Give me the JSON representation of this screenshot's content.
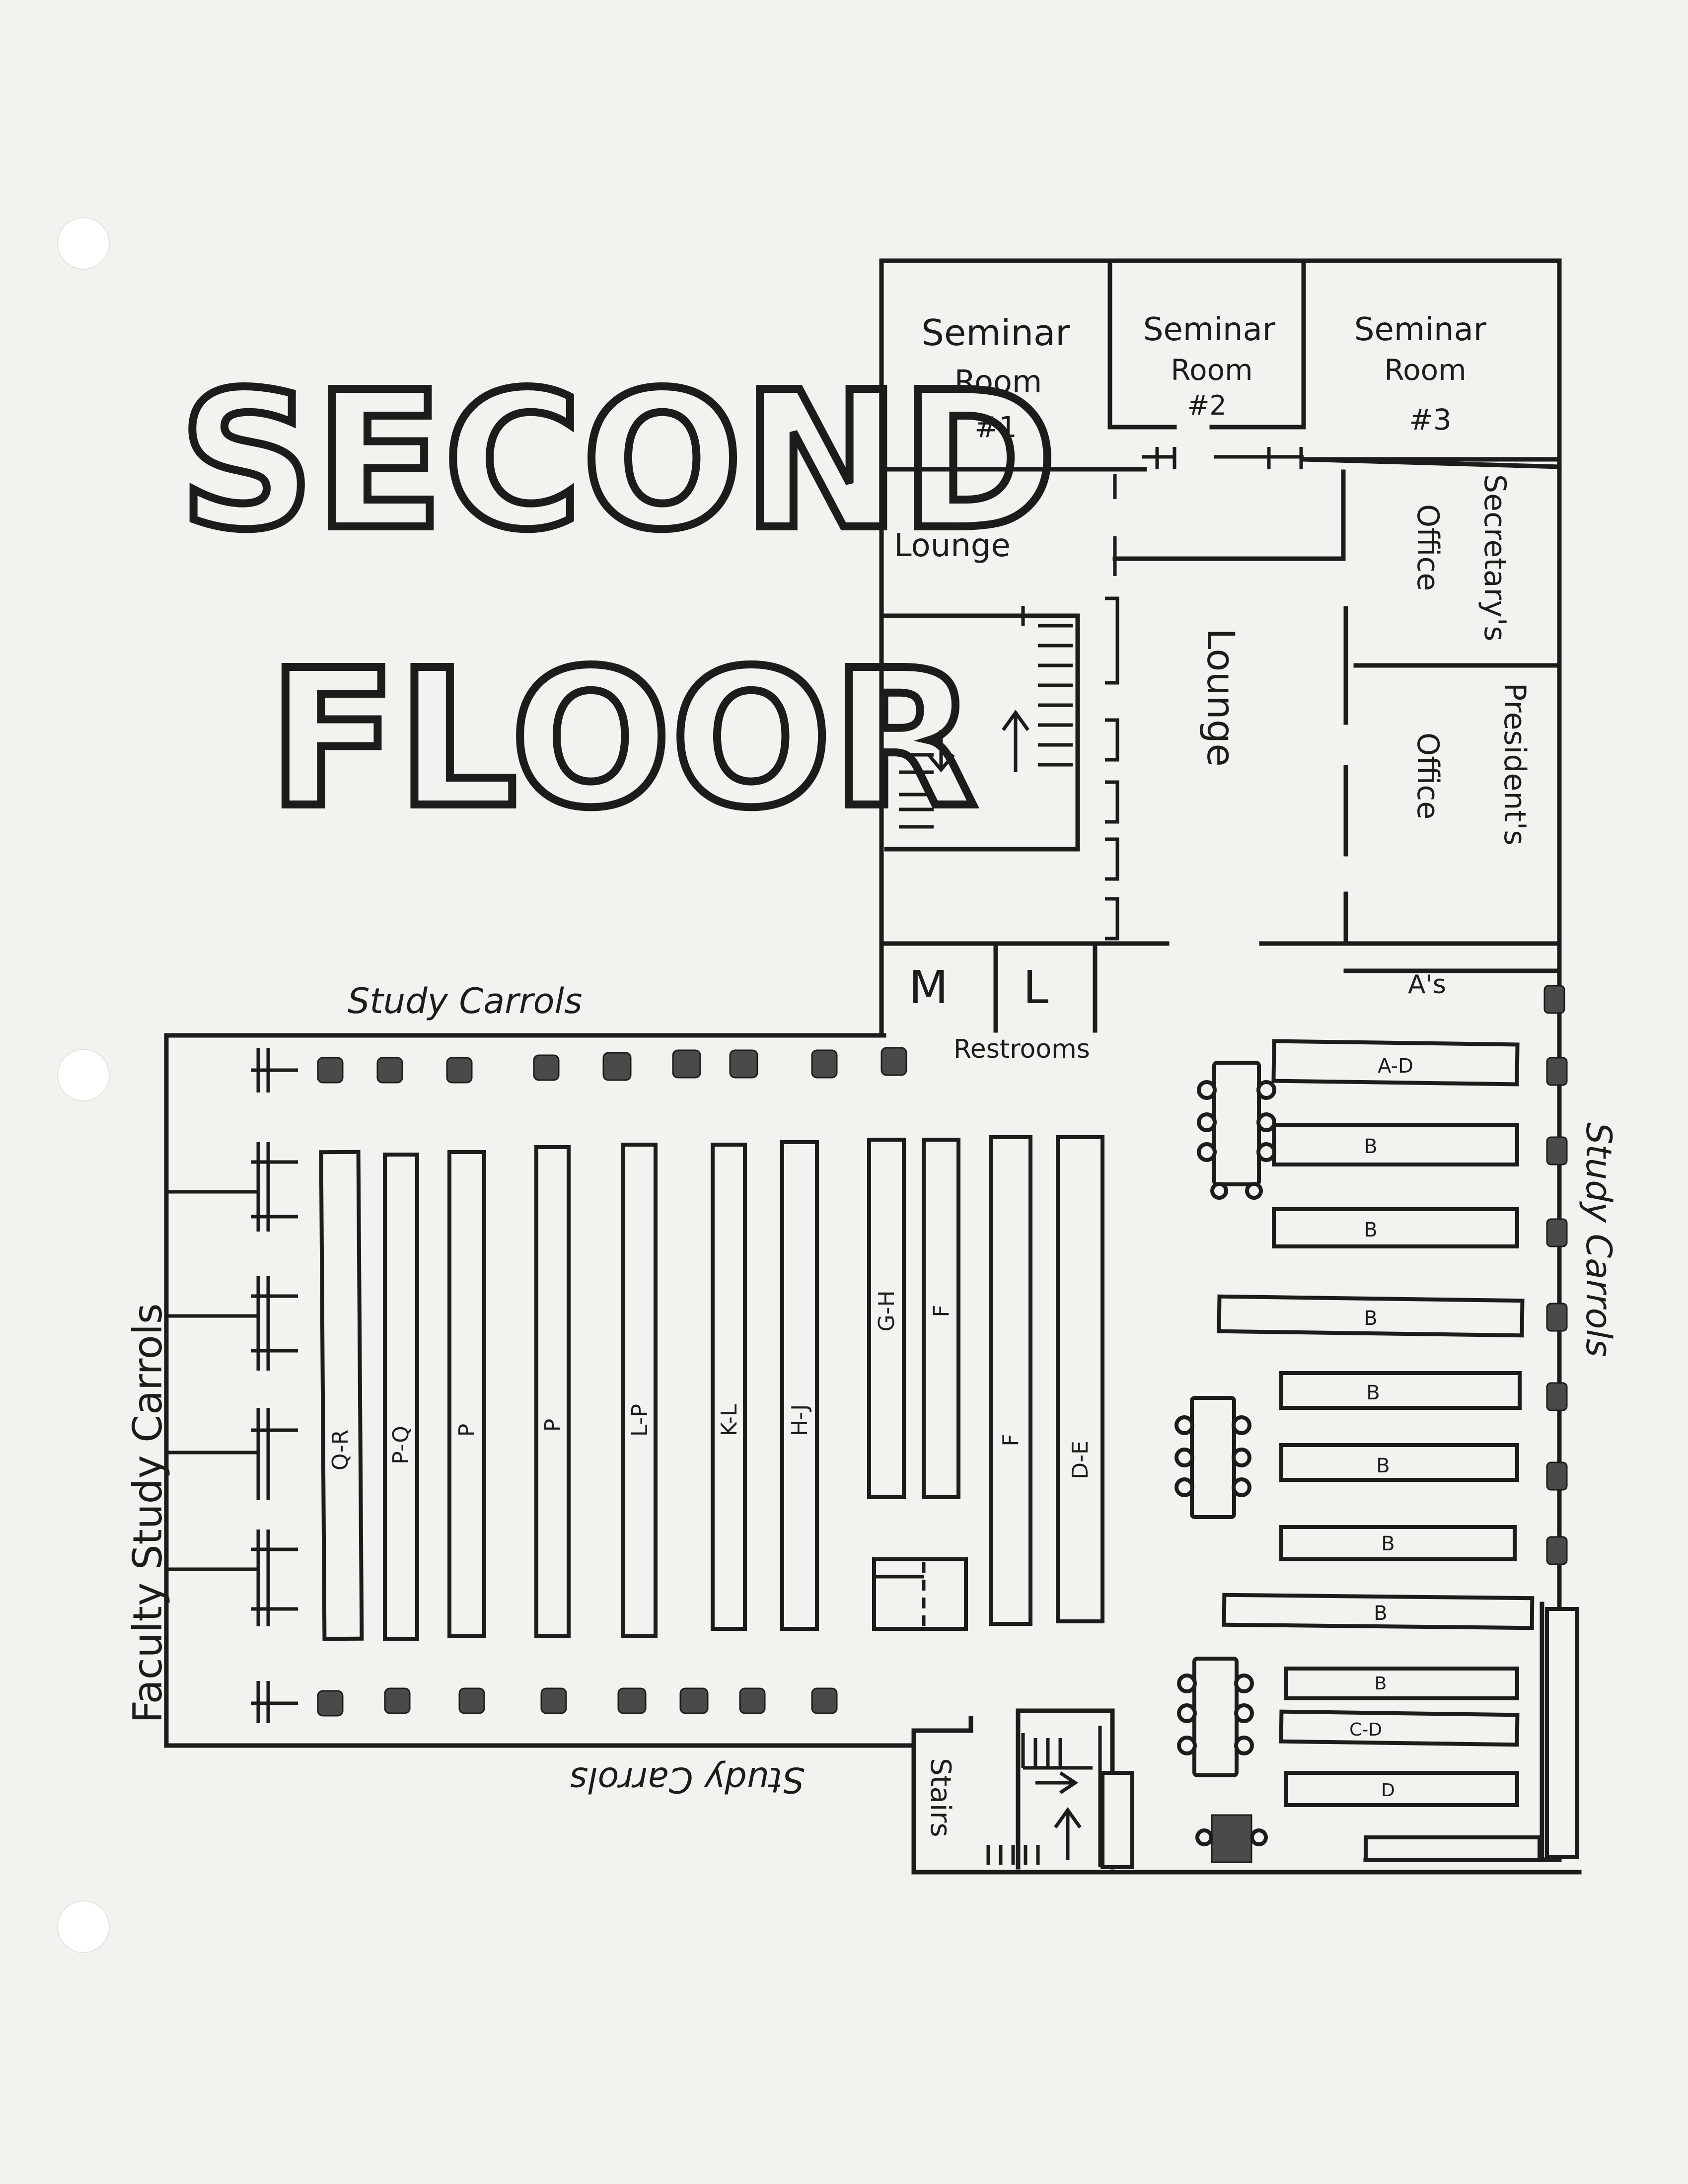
{
  "title": {
    "line1": "SECOND",
    "line2": "FLOOR"
  },
  "rooms": {
    "seminar_1": {
      "l1": "Seminar",
      "l2": "Room",
      "l3": "#1"
    },
    "seminar_2": {
      "l1": "Seminar",
      "l2": "Room",
      "l3": "#2"
    },
    "seminar_3": {
      "l1": "Seminar",
      "l2": "Room",
      "l3": "#3"
    },
    "lounge_upper": "Lounge",
    "lounge_center": "Lounge",
    "secretary": {
      "l1": "Secretary's",
      "l2": "Office"
    },
    "president": {
      "l1": "President's",
      "l2": "Office"
    },
    "restroom_m": "M",
    "restroom_l": "L",
    "restrooms": "Restrooms",
    "stairs": "Stairs"
  },
  "labels": {
    "study_carrols_top": "Study Carrols",
    "study_carrols_bottom": "Study Carrols",
    "study_carrols_right": "Study Carrols",
    "faculty_study_carrols": "Faculty Study Carrols",
    "a_s": "A's"
  },
  "stacks_left": [
    "Q-R",
    "P-Q",
    "P",
    "P",
    "L-P",
    "K-L",
    "H-J",
    "G-H",
    "F",
    "F",
    "D-E"
  ],
  "stacks_right": [
    "A-D",
    "B",
    "B",
    "B",
    "B",
    "B",
    "B",
    "B",
    "B",
    "C-D",
    "D"
  ],
  "icons": {
    "stairs": "stairs-icon",
    "arrow_up": "arrow-up-icon",
    "arrow_down": "arrow-down-icon",
    "table": "table-icon",
    "carrel": "carrel-icon"
  }
}
